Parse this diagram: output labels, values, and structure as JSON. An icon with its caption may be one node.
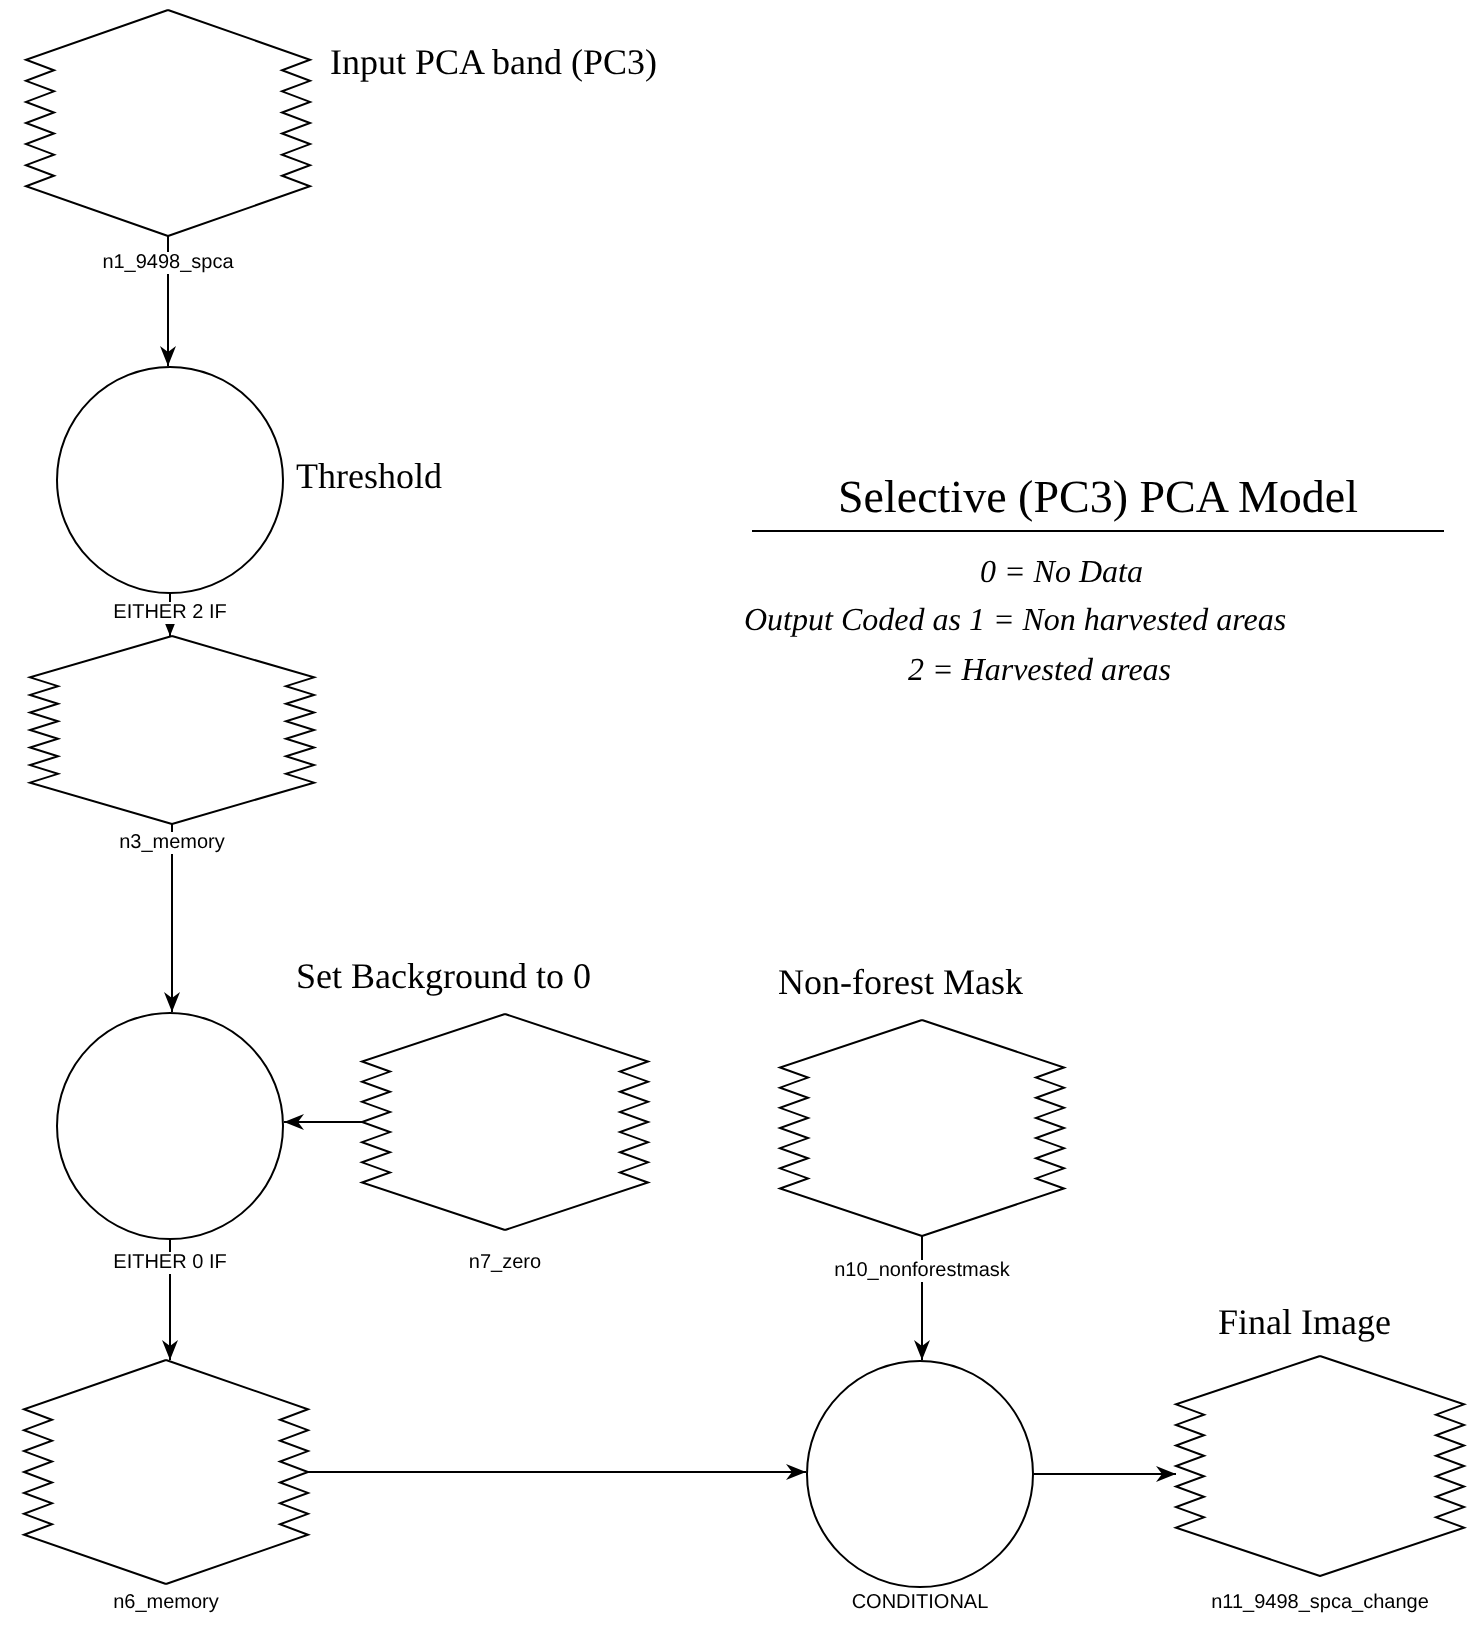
{
  "diagram": {
    "title": "Selective (PC3) PCA Model",
    "nodes": [
      {
        "text": [
          "Input PCA band (PC3)",
          "n1_9498_spca"
        ]
      },
      {
        "text": [
          "Threshold",
          "EITHER 2 IF"
        ]
      },
      {
        "text": [
          "n3_memory"
        ]
      },
      {
        "text": [
          "EITHER 0 IF"
        ]
      },
      {
        "text": [
          "Set Background to 0",
          "n7_zero"
        ]
      },
      {
        "text": [
          "Non-forest Mask",
          "n10_nonforestmask"
        ]
      },
      {
        "text": [
          "n6_memory"
        ]
      },
      {
        "text": [
          "CONDITIONAL"
        ]
      },
      {
        "text": [
          "Final Image",
          "n11_9498_spca_change"
        ]
      }
    ],
    "edges": [
      {
        "from": 0,
        "to": 1,
        "arrow": "to"
      },
      {
        "from": 1,
        "to": 2,
        "arrow": "to"
      },
      {
        "from": 2,
        "to": 3,
        "arrow": "to"
      },
      {
        "from": 4,
        "to": 3,
        "arrow": "to"
      },
      {
        "from": 3,
        "to": 6,
        "arrow": "to"
      },
      {
        "from": 6,
        "to": 7,
        "arrow": "to"
      },
      {
        "from": 5,
        "to": 7,
        "arrow": "to"
      },
      {
        "from": 7,
        "to": 8,
        "arrow": "to"
      }
    ],
    "labels": [
      "0 = No Data",
      "Output Coded as 1 = Non harvested areas",
      "2 = Harvested areas"
    ]
  }
}
